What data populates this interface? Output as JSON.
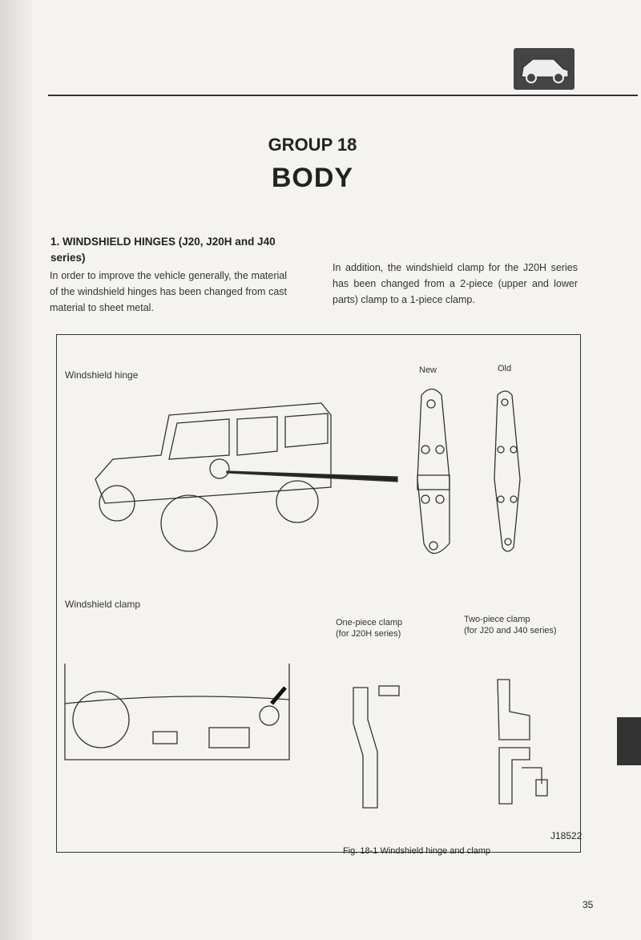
{
  "header": {
    "group": "GROUP 18",
    "title": "BODY",
    "badge_icon": "car-icon"
  },
  "section": {
    "heading": "1. WINDSHIELD HINGES (J20, J20H and J40 series)",
    "para_left": "In order to improve the vehicle generally, the material of the windshield hinges has been changed from cast material to sheet metal.",
    "para_right": "In addition, the windshield clamp for the J20H series has been changed from a 2-piece (upper and lower parts) clamp to a 1-piece clamp."
  },
  "figure": {
    "hinge_label": "Windshield hinge",
    "new_label": "New",
    "old_label": "Old",
    "clamp_label": "Windshield clamp",
    "one_piece_1": "One-piece clamp",
    "one_piece_2": "(for J20H series)",
    "two_piece_1": "Two-piece clamp",
    "two_piece_2": "(for J20 and J40 series)",
    "code": "J18522",
    "caption": "Fig. 18-1 Windshield hinge and clamp"
  },
  "page_number": "35"
}
